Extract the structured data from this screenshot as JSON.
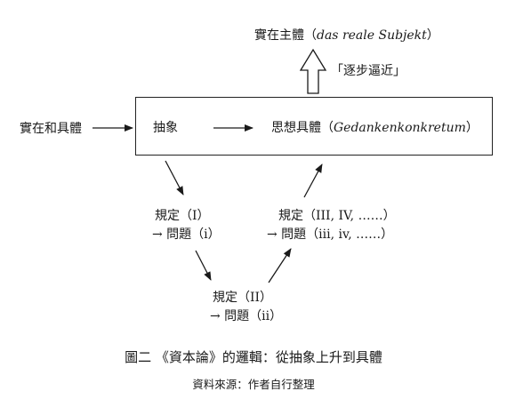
{
  "top_node": {
    "label": "實在主體",
    "paren_open": "（",
    "german": "das reale Subjekt",
    "paren_close": "）"
  },
  "approach_label": "「逐步逼近」",
  "input_label": "實在和具體",
  "box": {
    "left_label": "抽象",
    "right_label": "思想具體",
    "paren_open": "（",
    "german": "Gedankenkonkretum",
    "paren_close": "）"
  },
  "steps": [
    {
      "line1": "規定（I）",
      "line2": "→ 問題（i）"
    },
    {
      "line1": "規定（II）",
      "line2": "→ 問題（ii）"
    },
    {
      "line1": "規定（III, IV, ……）",
      "line2": "→ 問題（iii, iv, ……）"
    }
  ],
  "caption": {
    "title": "圖二 《資本論》的邏輯：從抽象上升到具體",
    "source": "資料來源：作者自行整理"
  }
}
